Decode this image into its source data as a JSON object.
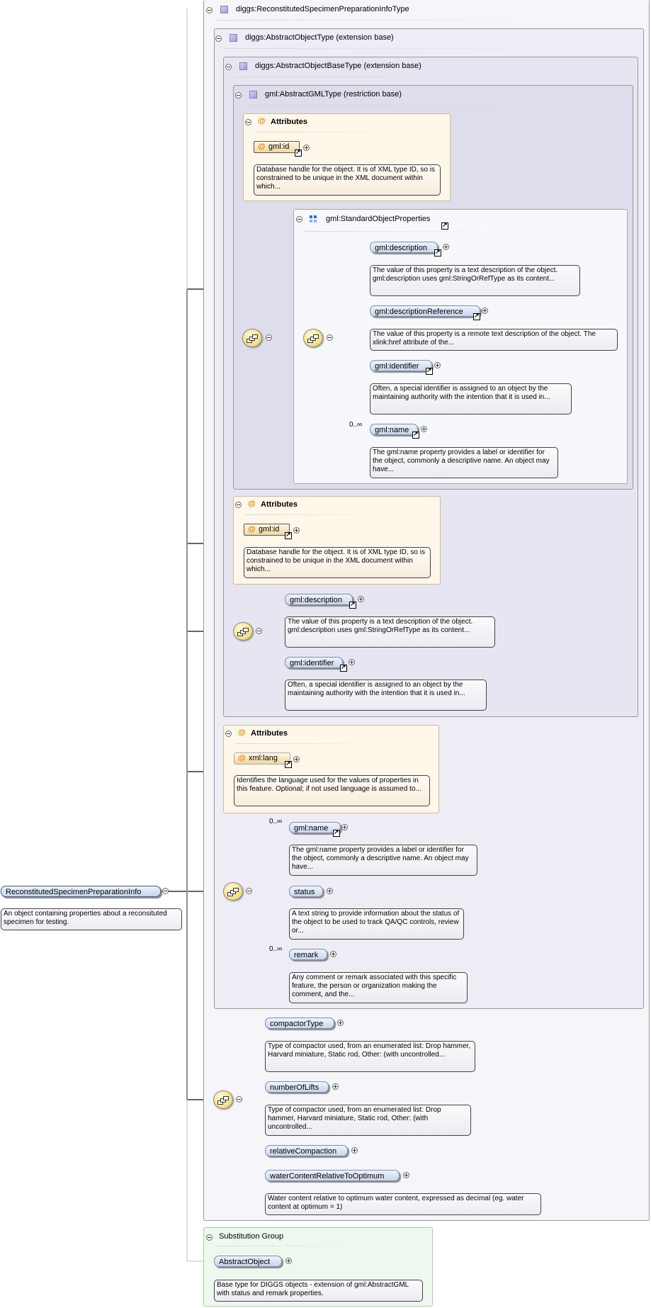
{
  "root": {
    "name": "ReconstitutedSpecimenPreparationInfo",
    "doc": "An object containing properties about a reconsituted specimen for testing."
  },
  "types": {
    "t1": "diggs:ReconstitutedSpecimenPreparationInfoType",
    "t2": "diggs:AbstractObjectType (extension base)",
    "t3": "diggs:AbstractObjectBaseType (extension base)",
    "t4": "gml:AbstractGMLType (restriction base)"
  },
  "attrs_label": "Attributes",
  "gml_id": {
    "name": "gml:id",
    "doc": "Database handle for the object. It is of XML type ID, so is constrained to be unique in the XML document within which..."
  },
  "sop": {
    "title": "gml:StandardObjectProperties",
    "items": [
      {
        "name": "gml:description",
        "doc": "The value of this property is a text description of the object. gml:description uses gml:StringOrRefType as its content..."
      },
      {
        "name": "gml:descriptionReference",
        "doc": "The value of this property is a remote text description of the object. The xlink:href attribute of the..."
      },
      {
        "name": "gml:identifier",
        "doc": "Often, a special identifier is assigned to an object by the maintaining authority with the intention that it is used in..."
      },
      {
        "name": "gml:name",
        "occ": "0..∞",
        "doc": "The gml:name property provides a label or identifier for the object, commonly a descriptive name. An object may have..."
      }
    ]
  },
  "base_seq": [
    {
      "name": "gml:description",
      "doc": "The value of this property is a text description of the object. gml:description uses gml:StringOrRefType as its content..."
    },
    {
      "name": "gml:identifier",
      "doc": "Often, a special identifier is assigned to an object by the maintaining authority with the intention that it is used in..."
    }
  ],
  "xml_lang": {
    "name": "xml:lang",
    "doc": "Identifies the language used for the values of properties in this feature. Optional; if not used language is assumed to..."
  },
  "obj_seq": [
    {
      "name": "gml:name",
      "occ": "0..∞",
      "doc": "The gml:name property provides a label or identifier for the object, commonly a descriptive name. An object may have..."
    },
    {
      "name": "status",
      "doc": "A text string to provide information about the status of the object to be used to track QA/QC controls, review or..."
    },
    {
      "name": "remark",
      "occ": "0..∞",
      "doc": "Any comment or remark associated with this specific feature, the person or organization making the comment, and the..."
    }
  ],
  "main_seq": [
    {
      "name": "compactorType",
      "doc": "Type of compactor used, from an enumerated list: Drop hammer, Harvard miniature, Static rod, Other: (with uncontrolled..."
    },
    {
      "name": "numberOfLifts",
      "doc": "Type of compactor used, from an enumerated list: Drop hammer, Harvard miniature, Static rod, Other: (with uncontrolled..."
    },
    {
      "name": "relativeCompaction"
    },
    {
      "name": "waterContentRelativeToOptimum",
      "doc": "Water content relative to optimum water content, expressed as decimal (eg. water content at optimum = 1)"
    }
  ],
  "subst": {
    "title": "Substitution Group",
    "name": "AbstractObject",
    "doc": "Base type for DIGGS objects - extension of gml:AbstractGML with status and remark properties."
  }
}
